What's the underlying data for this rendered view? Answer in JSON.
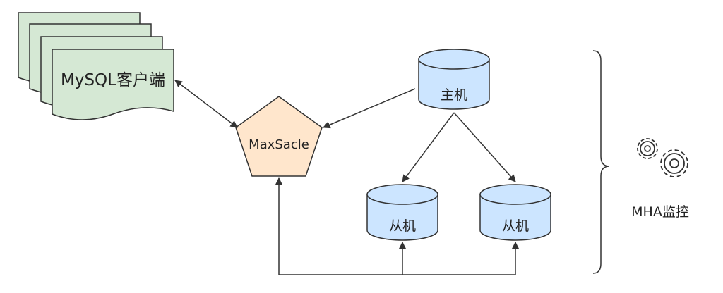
{
  "nodes": {
    "client": {
      "label": "MySQL客户端"
    },
    "proxy": {
      "label": "MaxSacle"
    },
    "master": {
      "label": "主机"
    },
    "slave1": {
      "label": "从机"
    },
    "slave2": {
      "label": "从机"
    },
    "monitor": {
      "label": "MHA监控",
      "icon": "gears-icon"
    }
  },
  "colors": {
    "doc_fill": "#d5e8d4",
    "doc_stroke": "#333333",
    "proxy_fill": "#ffe6cc",
    "db_fill": "#cce5ff",
    "line": "#333333"
  }
}
